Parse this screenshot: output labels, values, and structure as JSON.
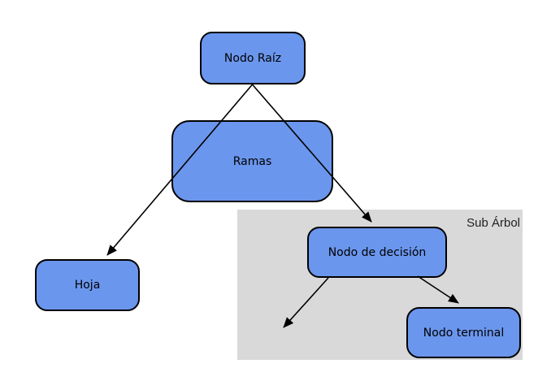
{
  "diagram": {
    "type": "tree-diagram",
    "language": "es",
    "nodes": [
      {
        "id": "root",
        "label": "Nodo Raíz"
      },
      {
        "id": "branches",
        "label": "Ramas"
      },
      {
        "id": "leaf",
        "label": "Hoja"
      },
      {
        "id": "decision",
        "label": "Nodo de decisión"
      },
      {
        "id": "terminal",
        "label": "Nodo terminal"
      }
    ],
    "subtree_label": "Sub Árbol",
    "edges": [
      {
        "from": "root",
        "to": "leaf"
      },
      {
        "from": "root",
        "to": "decision"
      },
      {
        "from": "decision",
        "to": "unlabeled-left"
      },
      {
        "from": "decision",
        "to": "terminal"
      }
    ],
    "colors": {
      "node_fill": "#6b96ed",
      "node_border": "#000000",
      "subtree_background": "#d9d9d9",
      "edge": "#000000",
      "background": "#ffffff"
    }
  }
}
